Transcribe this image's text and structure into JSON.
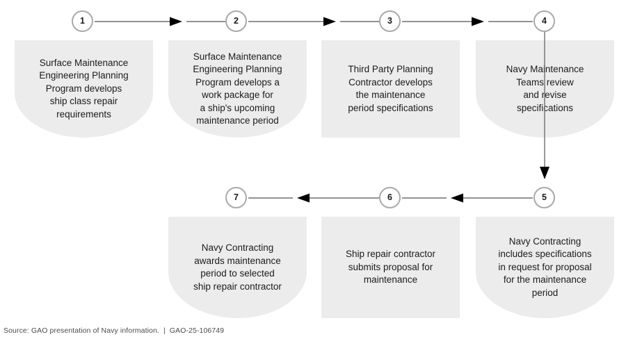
{
  "diagram": {
    "title": "Navy ship maintenance period planning and contracting process",
    "shape_fill": "#ececec",
    "circle_border": "#a9a9a9",
    "line_color": "#6e6e6e",
    "arrow_color": "#000000",
    "steps": [
      {
        "number": "1",
        "shape": "shield",
        "text": "Surface Maintenance\nEngineering Planning\nProgram develops\nship class repair\nrequirements"
      },
      {
        "number": "2",
        "shape": "shield",
        "text": "Surface Maintenance\nEngineering Planning\nProgram develops a\nwork package for\na ship's upcoming\nmaintenance period"
      },
      {
        "number": "3",
        "shape": "rect",
        "text": "Third Party Planning\nContractor develops\nthe maintenance\nperiod specifications"
      },
      {
        "number": "4",
        "shape": "shield",
        "text": "Navy Maintenance\nTeams review\nand revise\nspecifications"
      },
      {
        "number": "5",
        "shape": "shield",
        "text": "Navy Contracting\nincludes specifications\nin request for proposal\nfor the maintenance\nperiod"
      },
      {
        "number": "6",
        "shape": "rect",
        "text": "Ship repair contractor\nsubmits proposal for\nmaintenance"
      },
      {
        "number": "7",
        "shape": "shield",
        "text": "Navy Contracting\nawards maintenance\nperiod to selected\nship repair contractor"
      }
    ],
    "connectors": [
      {
        "name": "arrow-1-to-2",
        "direction": "right"
      },
      {
        "name": "arrow-2-to-3",
        "direction": "right"
      },
      {
        "name": "arrow-3-to-4",
        "direction": "right"
      },
      {
        "name": "arrow-4-to-5",
        "direction": "down"
      },
      {
        "name": "arrow-5-to-6",
        "direction": "left"
      },
      {
        "name": "arrow-6-to-7",
        "direction": "left"
      }
    ]
  },
  "footer": {
    "source": "Source: GAO presentation of Navy information.  |  GAO-25-106749"
  }
}
